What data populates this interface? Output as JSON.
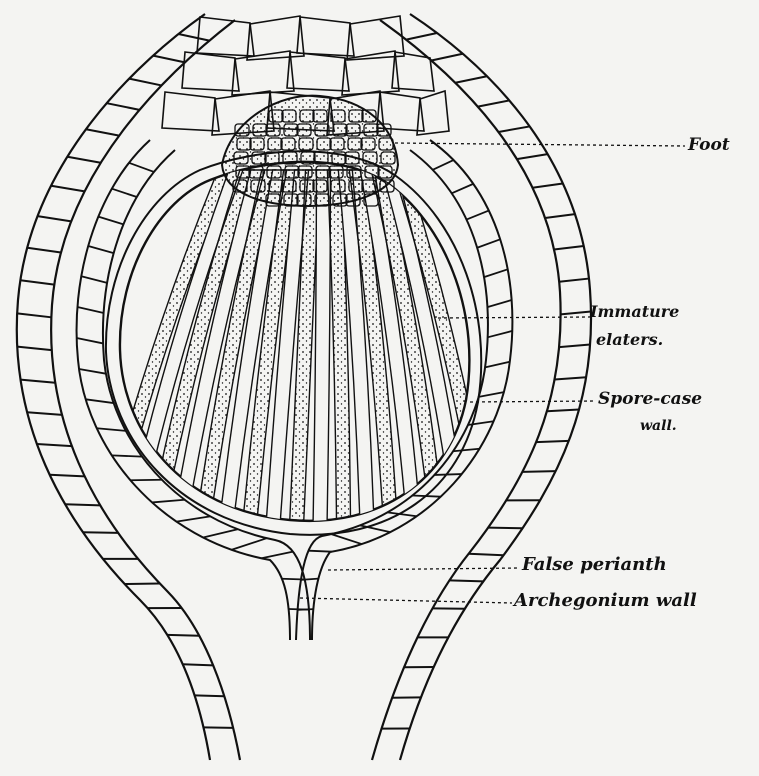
{
  "labels": {
    "foot": "Foot",
    "immature_elaters_line1": "Immature",
    "immature_elaters_line2": "elaters.",
    "spore_case_wall_line1": "Spore-case",
    "spore_case_wall_line2": "wall.",
    "false_perianth": "False perianth",
    "archegonium_wall": "Archegonium wall"
  },
  "colors": {
    "ink": "#111111",
    "paper": "#f4f4f2"
  }
}
